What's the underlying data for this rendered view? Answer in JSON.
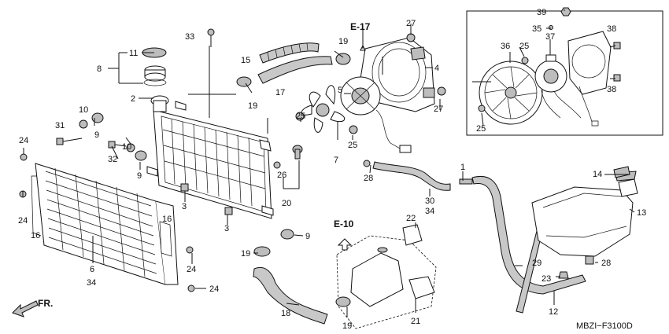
{
  "diagram": {
    "code": "MBZI−F3100D",
    "refs": {
      "e17": "E-17",
      "e10": "E-10",
      "fr": "FR."
    },
    "callouts": {
      "n1": "1",
      "n2": "2",
      "n3a": "3",
      "n3b": "3",
      "n4": "4",
      "n5": "5",
      "n6": "6",
      "n7": "7",
      "n8": "8",
      "n9a": "9",
      "n9b": "9",
      "n9c": "9",
      "n10a": "10",
      "n10b": "10",
      "n11": "11",
      "n12": "12",
      "n13": "13",
      "n14": "14",
      "n15": "15",
      "n16a": "16",
      "n16b": "16",
      "n17": "17",
      "n18": "18",
      "n19a": "19",
      "n19b": "19",
      "n19c": "19",
      "n19d": "19",
      "n20": "20",
      "n21": "21",
      "n22": "22",
      "n23": "23",
      "n24a": "24",
      "n24b": "24",
      "n24c": "24",
      "n24d": "24",
      "n25a": "25",
      "n25b": "25",
      "n25c": "25",
      "n25d": "25",
      "n26": "26",
      "n27a": "27",
      "n27b": "27",
      "n28a": "28",
      "n28b": "28",
      "n29": "29",
      "n30": "30",
      "n31": "31",
      "n32": "32",
      "n33": "33",
      "n34a": "34",
      "n34b": "34",
      "n35": "35",
      "n36": "36",
      "n37": "37",
      "n38a": "38",
      "n38b": "38",
      "n39": "39"
    }
  }
}
